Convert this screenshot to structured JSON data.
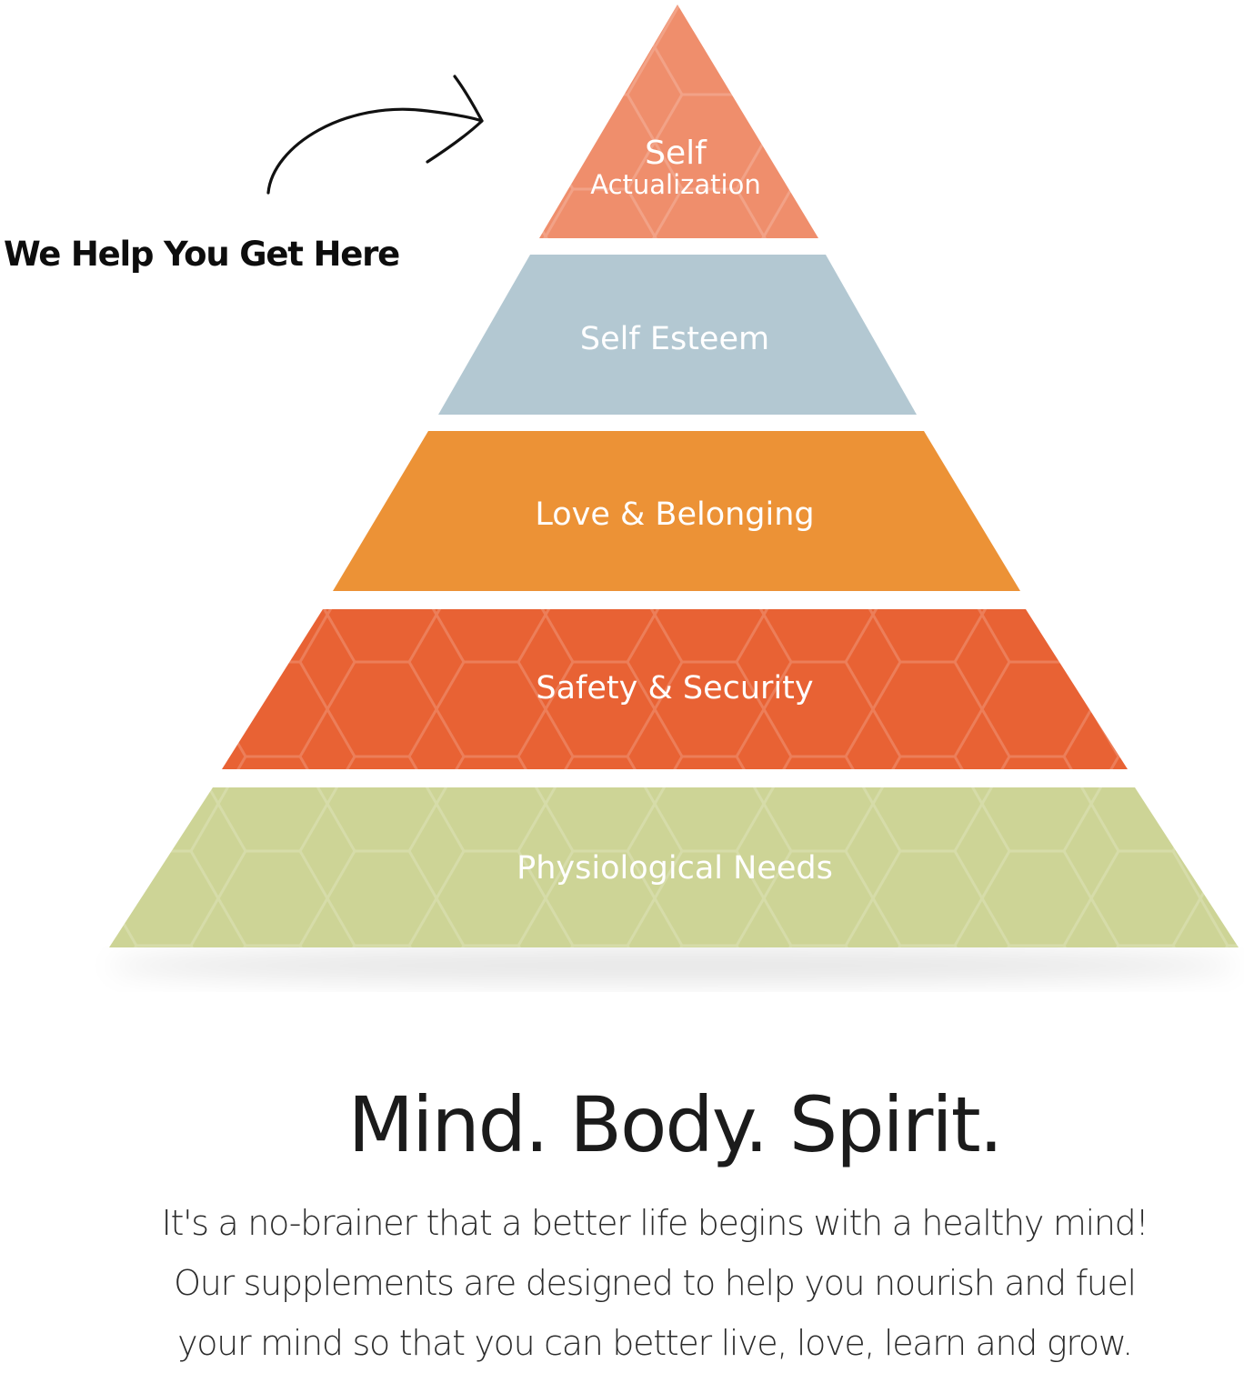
{
  "callout": {
    "text": "We Help You Get Here",
    "arrow_icon": "curved-arrow-icon"
  },
  "pyramid": {
    "tiers": [
      {
        "label_line1": "Self",
        "label_line2": "Actualization",
        "color": "#ef8e6c"
      },
      {
        "label": "Self Esteem",
        "color": "#b3c8d2"
      },
      {
        "label": "Love & Belonging",
        "color": "#ec9236"
      },
      {
        "label": "Safety & Security",
        "color": "#e86234"
      },
      {
        "label": "Physiological Needs",
        "color": "#cdd496"
      }
    ],
    "pattern": "hexagon-pattern"
  },
  "headline": "Mind. Body. Spirit.",
  "body_lines": [
    "It's a no-brainer that a better life begins with a healthy mind!",
    "Our supplements are designed to help you nourish and fuel",
    "your mind so that you can better live, love, learn and grow."
  ]
}
